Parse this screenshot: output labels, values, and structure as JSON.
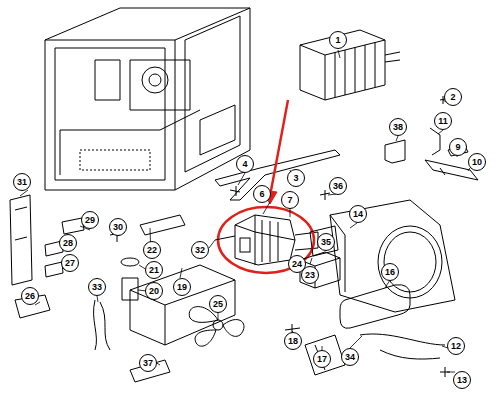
{
  "diagram": {
    "labels": [
      "1",
      "2",
      "11",
      "38",
      "9",
      "10",
      "4",
      "3",
      "36",
      "6",
      "7",
      "14",
      "35",
      "23",
      "24",
      "16",
      "32",
      "31",
      "29",
      "30",
      "22",
      "28",
      "27",
      "21",
      "20",
      "19",
      "26",
      "33",
      "25",
      "18",
      "17",
      "34",
      "37",
      "12",
      "13"
    ]
  }
}
